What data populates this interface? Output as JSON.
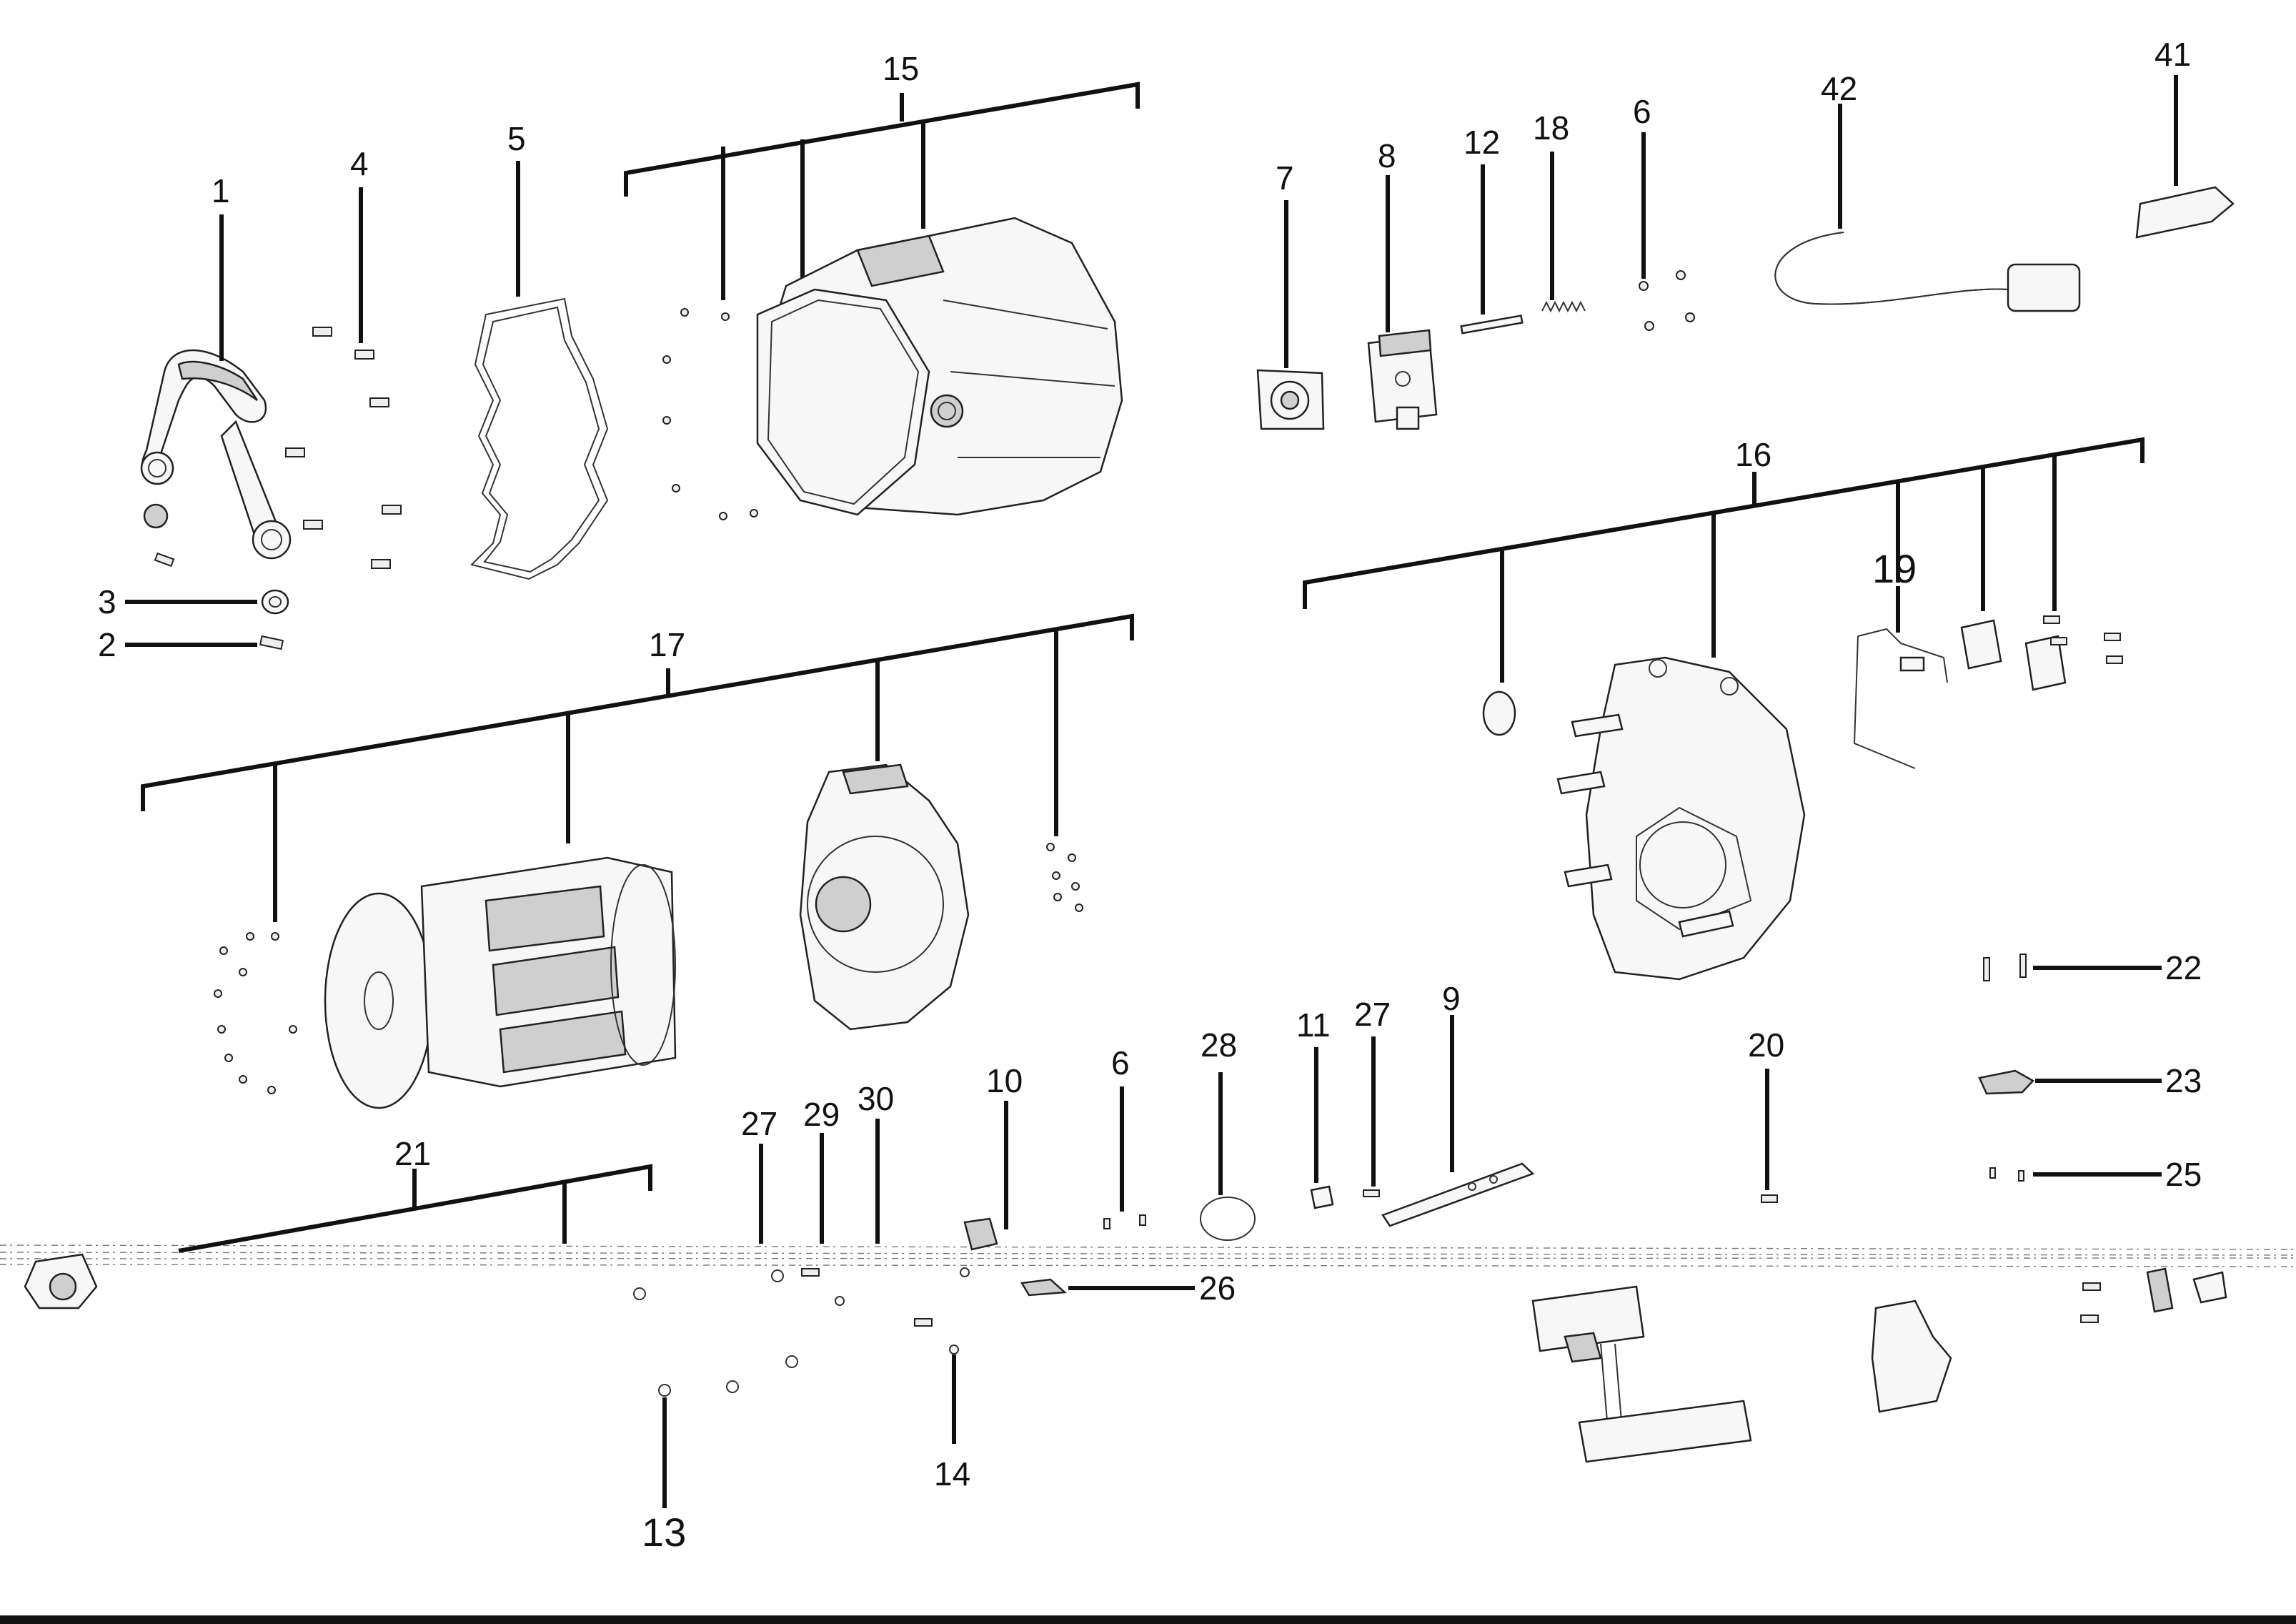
{
  "diagram": {
    "type": "exploded-parts-view",
    "labels": {
      "p1": "1",
      "p2": "2",
      "p3": "3",
      "p4": "4",
      "p5": "5",
      "p6a": "6",
      "p6b": "6",
      "p7": "7",
      "p8": "8",
      "p9": "9",
      "p10": "10",
      "p11": "11",
      "p12": "12",
      "p13": "13",
      "p14": "14",
      "p15": "15",
      "p16": "16",
      "p17": "17",
      "p18": "18",
      "p19": "19",
      "p20": "20",
      "p21": "21",
      "p22": "22",
      "p23": "23",
      "p25": "25",
      "p26": "26",
      "p27a": "27",
      "p27b": "27",
      "p28": "28",
      "p29": "29",
      "p30": "30",
      "p41": "41",
      "p42": "42"
    }
  }
}
